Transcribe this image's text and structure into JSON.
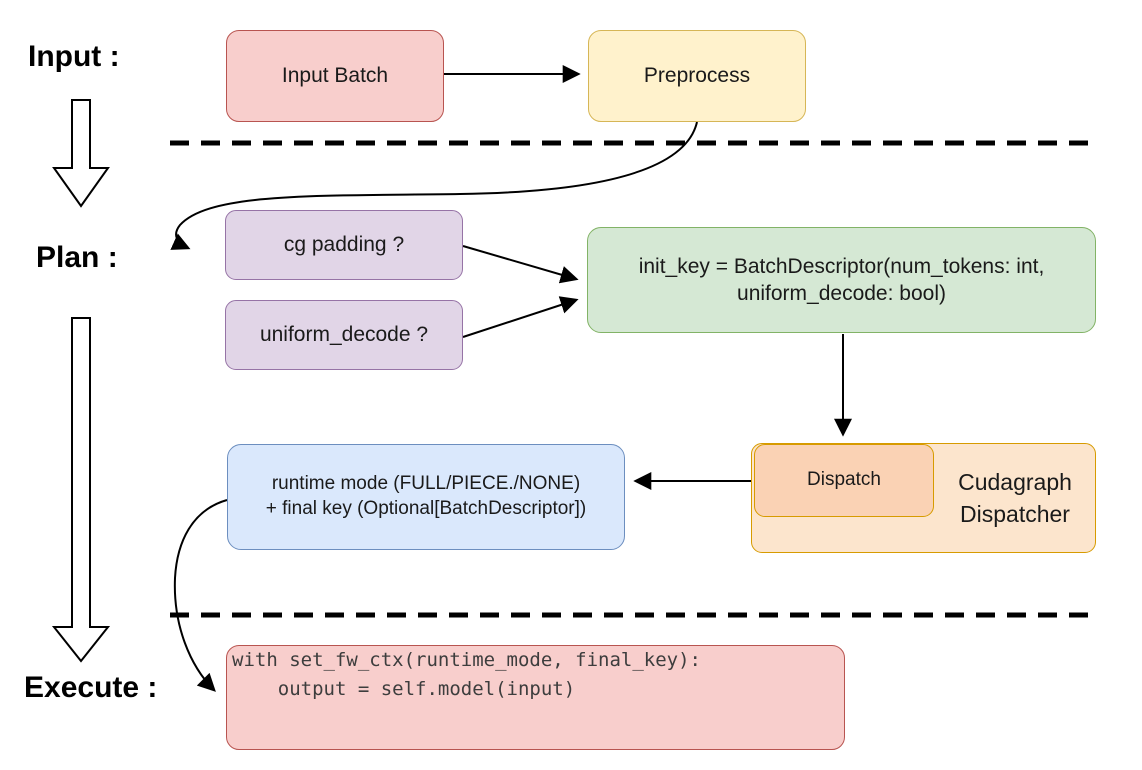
{
  "diagram": {
    "stages": {
      "input": "Input :",
      "plan": "Plan :",
      "execute": "Execute :"
    },
    "nodes": {
      "input_batch": "Input Batch",
      "preprocess": "Preprocess",
      "cg_padding": "cg padding ?",
      "uniform_decode": "uniform_decode ?",
      "init_key_line1": "init_key = BatchDescriptor(num_tokens: int,",
      "init_key_line2": "uniform_decode: bool)",
      "dispatch": "Dispatch",
      "cudagraph_line1": "Cudagraph",
      "cudagraph_line2": "Dispatcher",
      "runtime_line1": "runtime mode (FULL/PIECE./NONE)",
      "runtime_line2": "+ final key (Optional[BatchDescriptor])",
      "code_line1": "with set_fw_ctx(runtime_mode, final_key):",
      "code_line2": "    output = self.model(input)"
    },
    "colors": {
      "red-fill": "#F8CECC",
      "red-stroke": "#B85450",
      "yellow-fill": "#FFF2CC",
      "yellow-stroke": "#D6B656",
      "purple-fill": "#E1D5E7",
      "purple-stroke": "#9673A6",
      "green-fill": "#D5E8D4",
      "green-stroke": "#82B366",
      "blue-fill": "#DAE8FC",
      "blue-stroke": "#6C8EBF",
      "orange-outer-fill": "#FCE5CD",
      "orange-inner-fill": "#FAD2B4",
      "orange-stroke": "#D79B00"
    }
  }
}
